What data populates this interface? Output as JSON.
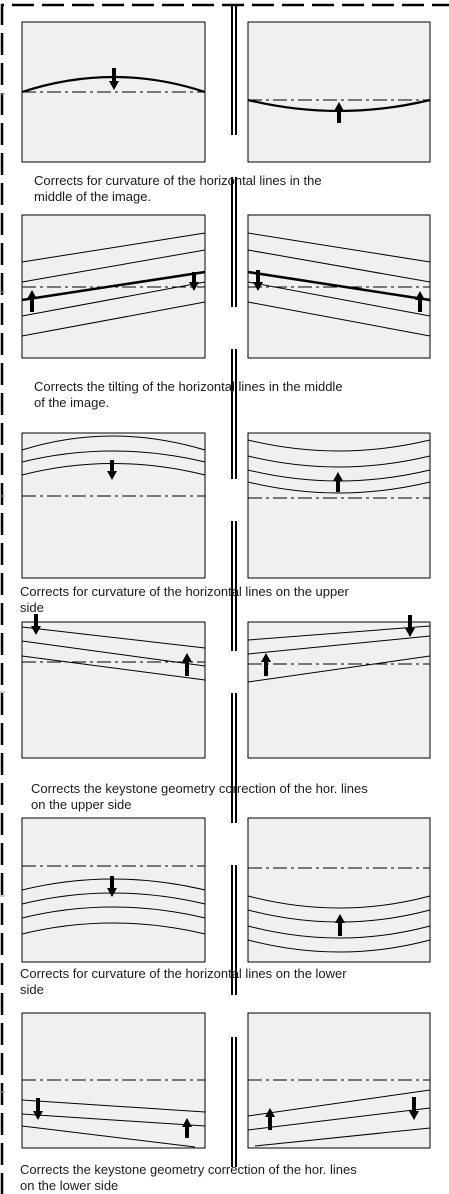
{
  "captions": [
    "Corrects for curvature of the horizontal lines in the\nmiddle of the image.",
    "Corrects the tilting of the horizontal lines in the middle\nof the image.",
    "Corrects for curvature of the horizontal lines on the upper\nside",
    "Corrects the keystone geometry correction of the hor. lines\non the upper side",
    "Corrects for curvature of the horizontal lines on the lower\nside",
    "Corrects the keystone geometry correction of the hor. lines\non the lower side"
  ]
}
